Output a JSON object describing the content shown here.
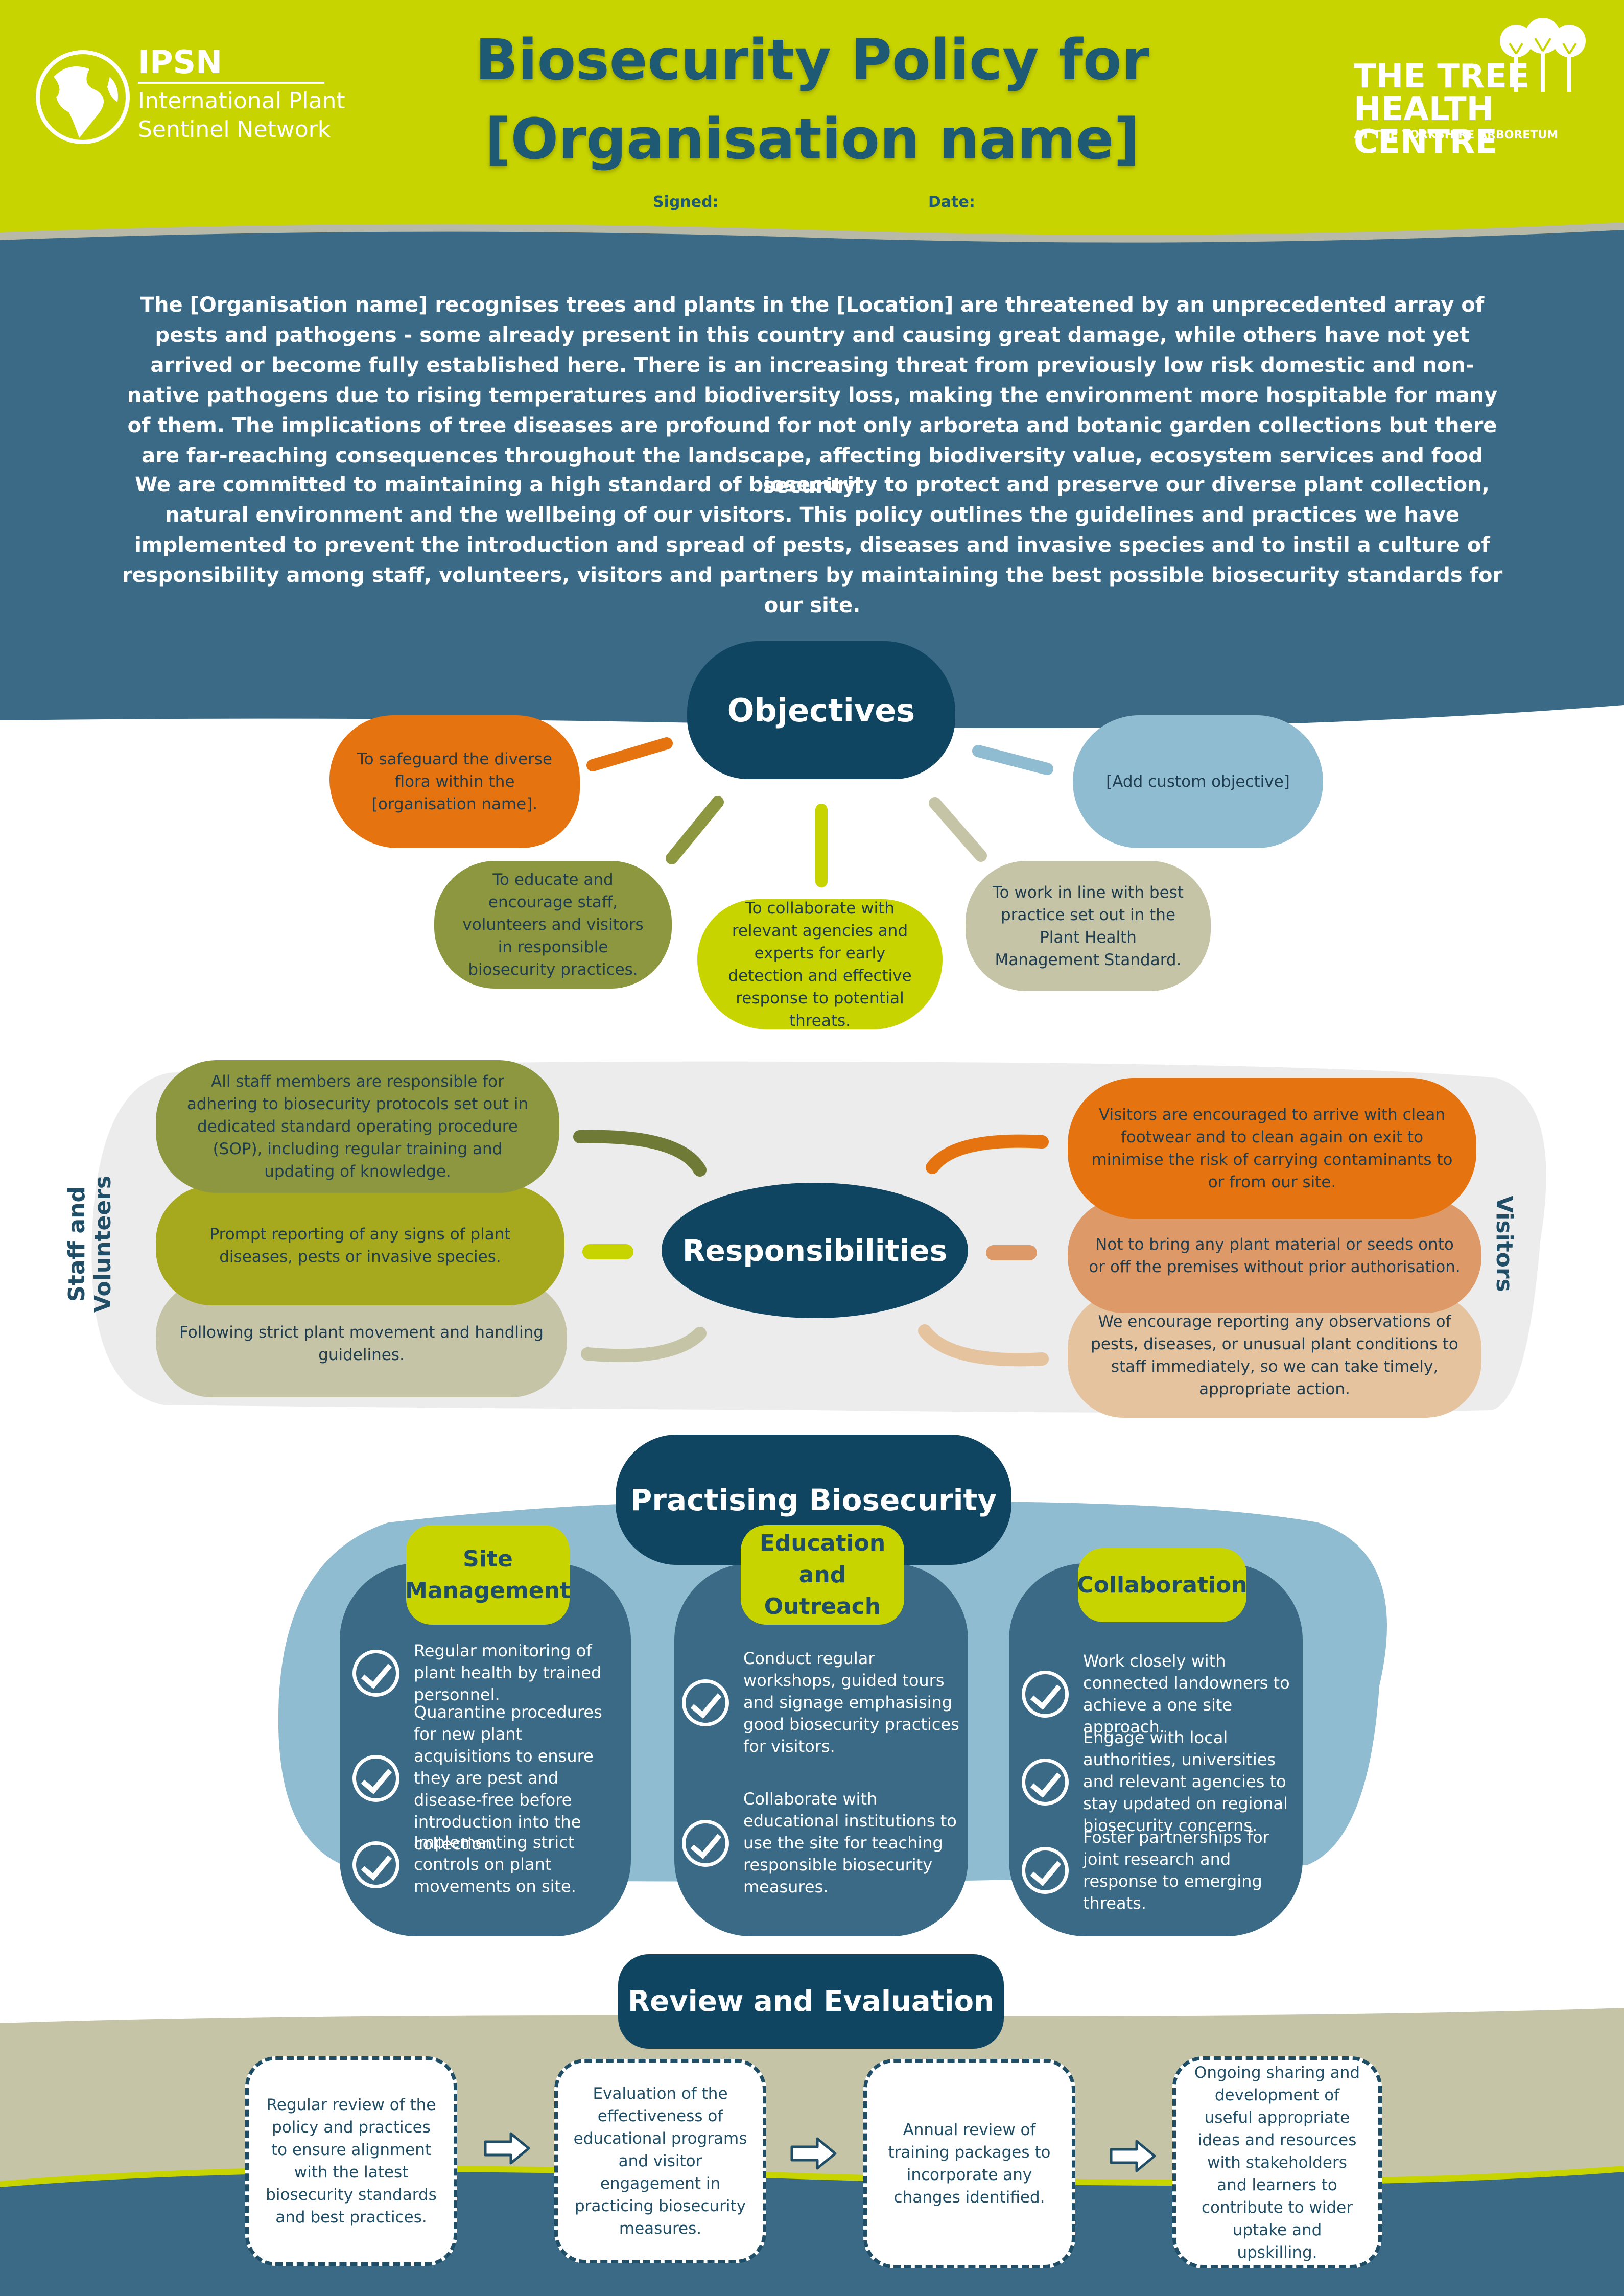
{
  "header": {
    "title_line1": "Biosecurity Policy for",
    "title_line2": "[Organisation name]",
    "signed_label": "Signed:",
    "date_label": "Date:",
    "ipsn_name": "IPSN",
    "ipsn_full_1": "International Plant",
    "ipsn_full_2": "Sentinel Network",
    "thc_line1": "THE TREE",
    "thc_line2": "HEALTH CENTRE",
    "thc_sub": "AT THE YORKSHIRE ARBORETUM"
  },
  "intro": {
    "paragraph1": "The [Organisation name] recognises trees and plants in the [Location] are threatened by an unprecedented array of pests and pathogens - some already present in this country and causing great damage, while others have not yet arrived or become fully established here. There is an increasing threat from previously low risk domestic and non-native pathogens due to rising temperatures and biodiversity loss, making the environment more hospitable for many of them. The implications of tree diseases are profound for not only arboreta and botanic garden collections but there are far-reaching consequences throughout the landscape, affecting biodiversity value, ecosystem services and food security.",
    "paragraph2": "We are committed to maintaining a high standard of biosecurity to protect and preserve our diverse plant collection, natural environment and the wellbeing of our visitors. This policy outlines the guidelines and practices we have implemented to prevent the introduction and spread of pests, diseases and invasive species and to instil a culture of responsibility among staff, volunteers, visitors and partners by maintaining the best possible biosecurity standards for our site."
  },
  "objectives": {
    "title": "Objectives",
    "items": [
      "To safeguard the diverse flora within the [organisation name].",
      "To educate and encourage staff, volunteers and visitors in responsible biosecurity practices.",
      "To collaborate with relevant agencies and experts for early detection and effective response to potential threats.",
      "To work in line with best practice set out in the Plant Health Management Standard.",
      "[Add custom objective]"
    ]
  },
  "responsibilities": {
    "title": "Responsibilities",
    "staff_label": "Staff and Volunteers",
    "visitors_label": "Visitors",
    "staff": [
      "All staff members are responsible for adhering to biosecurity protocols set out in dedicated standard operating procedure (SOP), including regular training and updating of knowledge.",
      "Prompt reporting of any signs of plant diseases, pests or invasive species.",
      "Following strict plant movement and handling guidelines."
    ],
    "visitors": [
      "Visitors are encouraged to arrive with clean footwear and to clean again on exit to minimise the risk of carrying contaminants to or from our site.",
      "Not to bring any plant material or seeds onto or off the premises without prior authorisation.",
      "We encourage reporting any observations of pests, diseases, or unusual plant conditions to staff immediately, so we can take timely, appropriate action."
    ]
  },
  "practising": {
    "title": "Practising Biosecurity",
    "columns": [
      {
        "title": "Site Management",
        "items": [
          "Regular monitoring of plant health by trained personnel.",
          "Quarantine procedures for new plant acquisitions to ensure they are pest and disease-free before introduction into the collection.",
          "Implementing strict controls on plant movements on site."
        ]
      },
      {
        "title": "Education and Outreach",
        "items": [
          "Conduct regular workshops, guided tours and signage emphasising good biosecurity practices for visitors.",
          "Collaborate with educational institutions to use the site for teaching responsible biosecurity measures."
        ]
      },
      {
        "title": "Collaboration",
        "items": [
          "Work closely with connected landowners to achieve a one site approach.",
          "Engage with local authorities, universities and relevant agencies to stay updated on regional biosecurity concerns.",
          "Foster partnerships for joint research and response to emerging threats."
        ]
      }
    ]
  },
  "review": {
    "title": "Review and Evaluation",
    "steps": [
      "Regular review of the policy and practices to ensure alignment with the latest biosecurity standards and best practices.",
      "Evaluation of the effectiveness of educational programs and visitor engagement in practicing biosecurity measures.",
      "Annual review of training packages to incorporate any changes identified.",
      "Ongoing sharing and development of useful appropriate ideas and resources with stakeholders and learners to contribute to wider uptake and upskilling."
    ]
  },
  "colors": {
    "header_green": "#c8d400",
    "teal": "#3a6a85",
    "navy": "#0f4560",
    "orange": "#e5730f",
    "olive": "#8c973f",
    "lime": "#c8d400",
    "sage": "#c5c4a6",
    "light_blue": "#8fbcd1"
  }
}
